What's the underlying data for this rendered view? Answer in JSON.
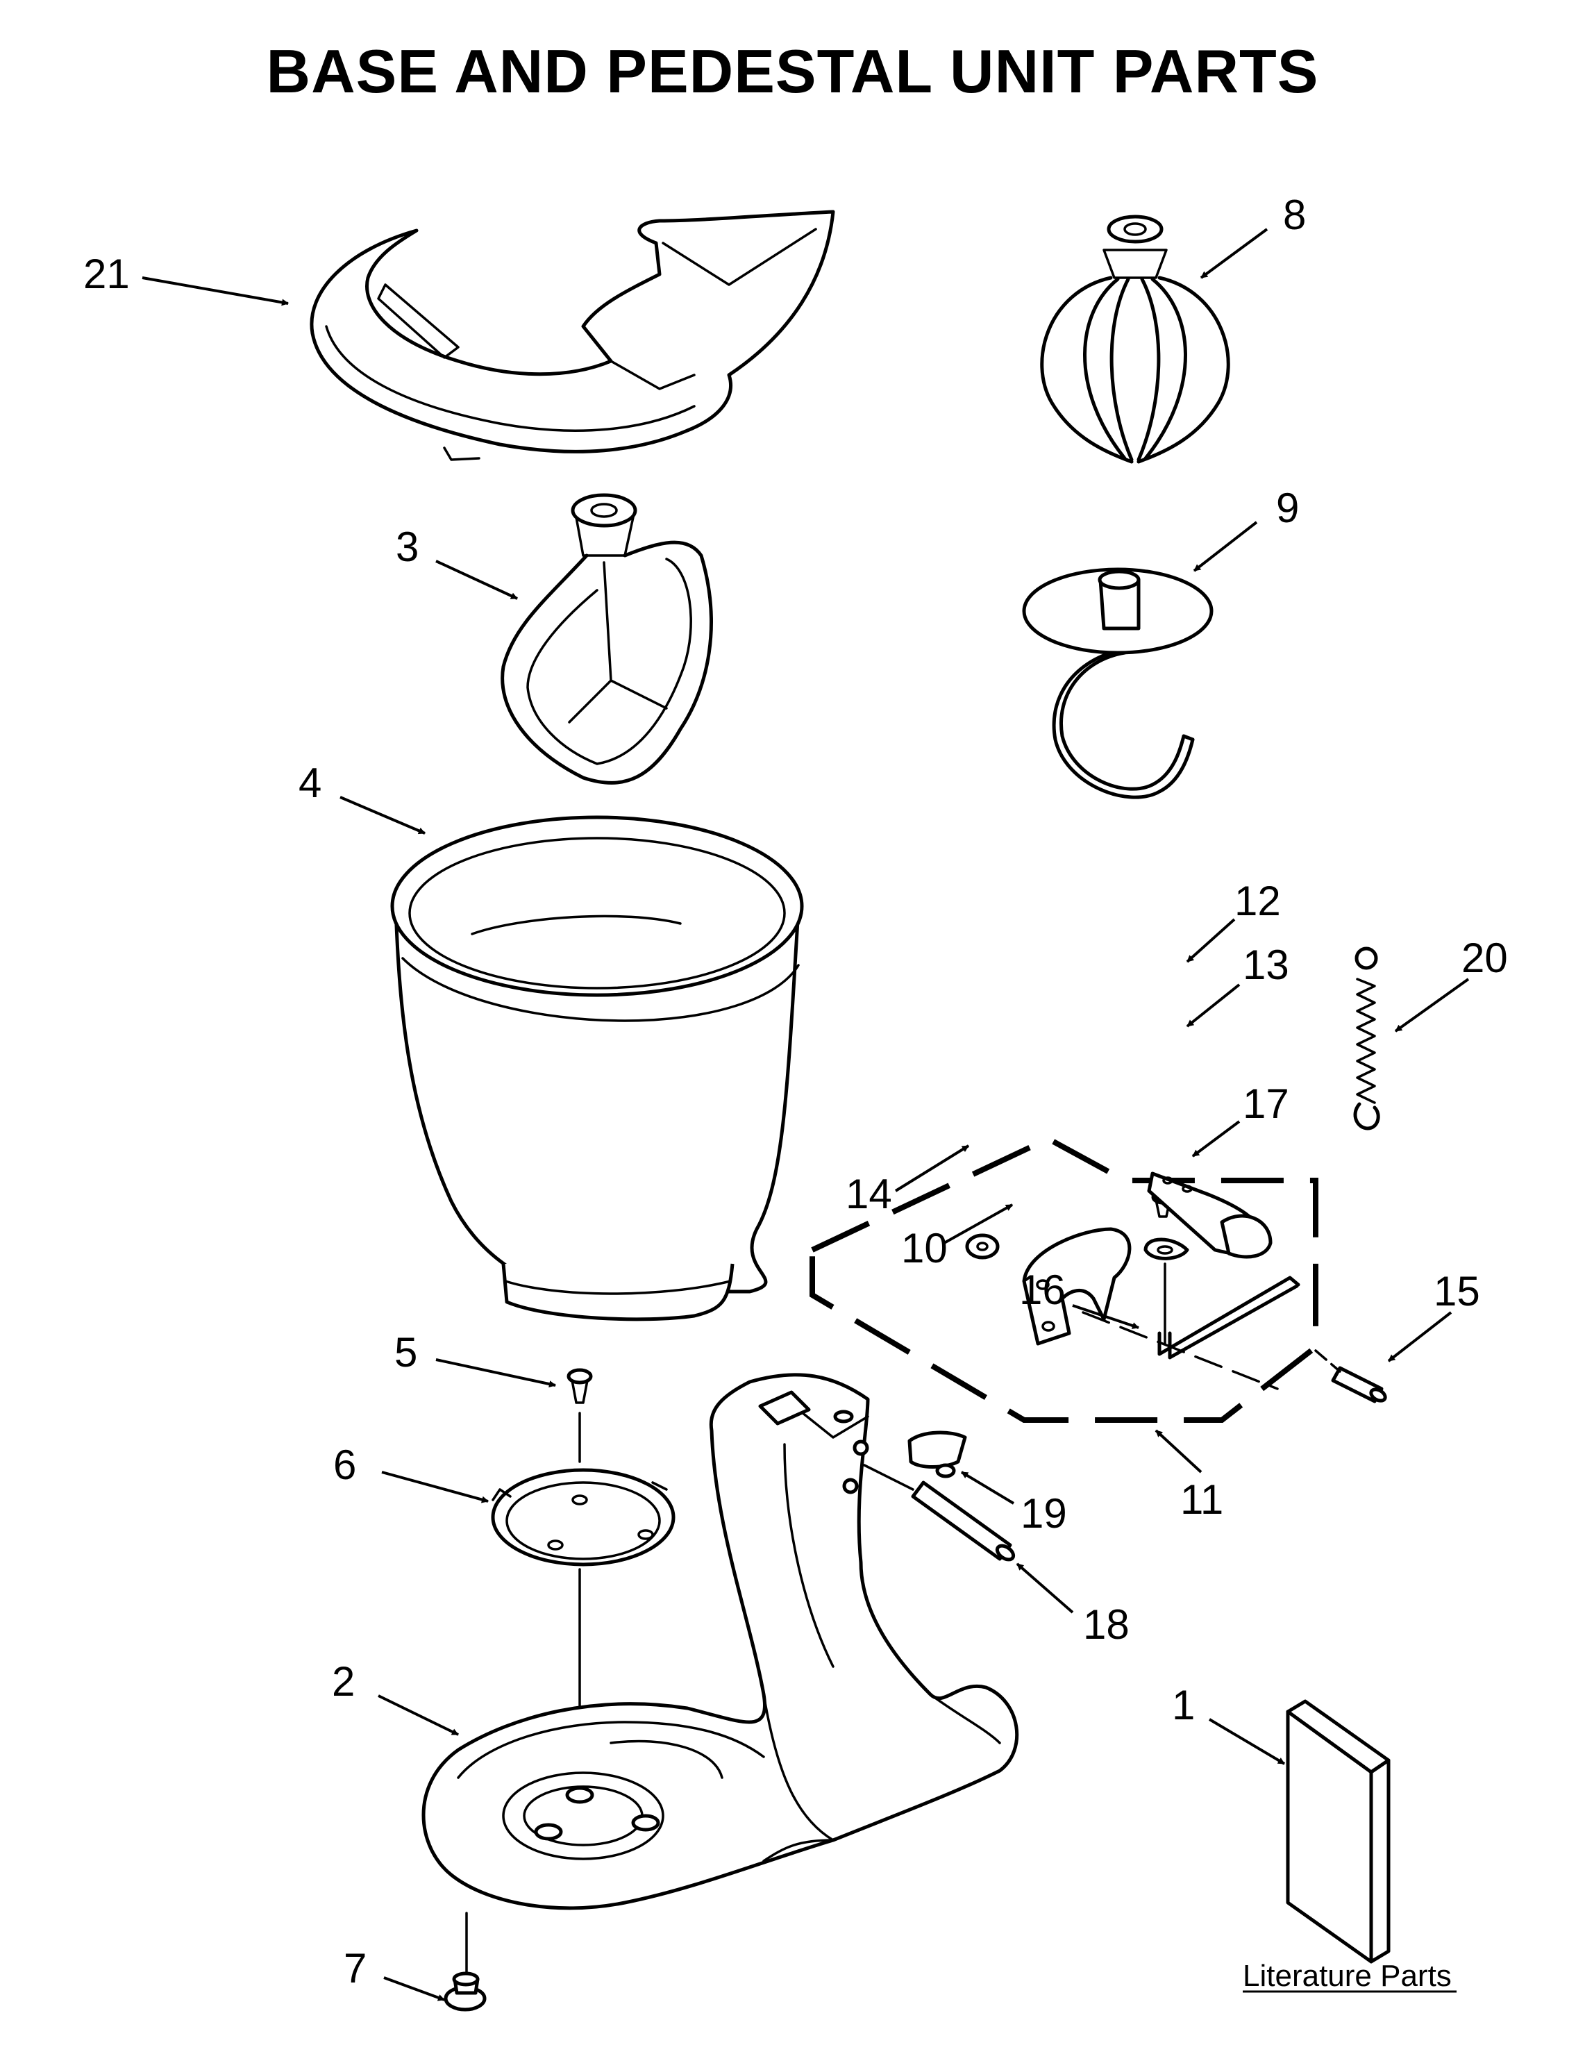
{
  "title": "BASE AND PEDESTAL UNIT PARTS",
  "literature_label": "Literature Parts",
  "callouts": [
    "1",
    "2",
    "3",
    "4",
    "5",
    "6",
    "7",
    "8",
    "9",
    "10",
    "11",
    "12",
    "13",
    "14",
    "15",
    "16",
    "17",
    "18",
    "19",
    "20",
    "21"
  ]
}
